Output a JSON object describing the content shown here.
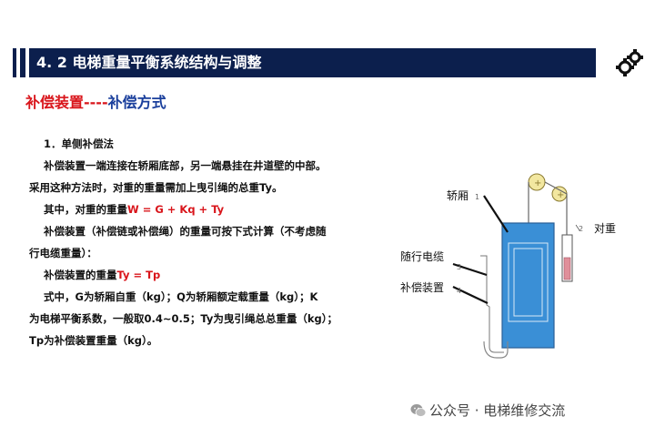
{
  "header": {
    "title": "4. 2  电梯重量平衡系统结构与调整"
  },
  "section": {
    "heading_red": "补偿装置",
    "dashes": "----",
    "heading_blue": "补偿方式"
  },
  "body": {
    "line1": "1．单侧补偿法",
    "line2": "补偿装置一端连接在轿厢底部，另一端悬挂在井道壁的中部。",
    "line3": "采用这种方法时，对重的重量需加上曳引绳的总重Ty。",
    "line4_prefix": "其中，对重的重量",
    "line4_formula": "W = G + Kq + Ty",
    "line5": "补偿装置（补偿链或补偿绳）的重量可按下式计算（不考虑随",
    "line6": "行电缆重量）：",
    "line7_prefix": "补偿装置的重量",
    "line7_formula": "Ty = Tp",
    "line8": "式中，G为轿厢自重（kg）；Q为轿厢额定载重量（kg）；K",
    "line9": "为电梯平衡系数，一般取0.4~0.5；Ty为曳引绳总总重量（kg）；",
    "line10": "Tp为补偿装置重量（kg）。"
  },
  "diagram": {
    "label_car": "轿厢",
    "label_counterweight": "对重",
    "label_cable": "随行电缆",
    "label_compensation": "补偿装置",
    "num_1": "1",
    "num_2": "2",
    "num_3": "3",
    "num_4": "4"
  },
  "watermark": {
    "text": "公众号 · 电梯维修交流"
  },
  "colors": {
    "header_bg": "#0c1f4d",
    "red": "#d9151b",
    "blue": "#1a3f9c",
    "car_blue": "#3a8fd6"
  }
}
